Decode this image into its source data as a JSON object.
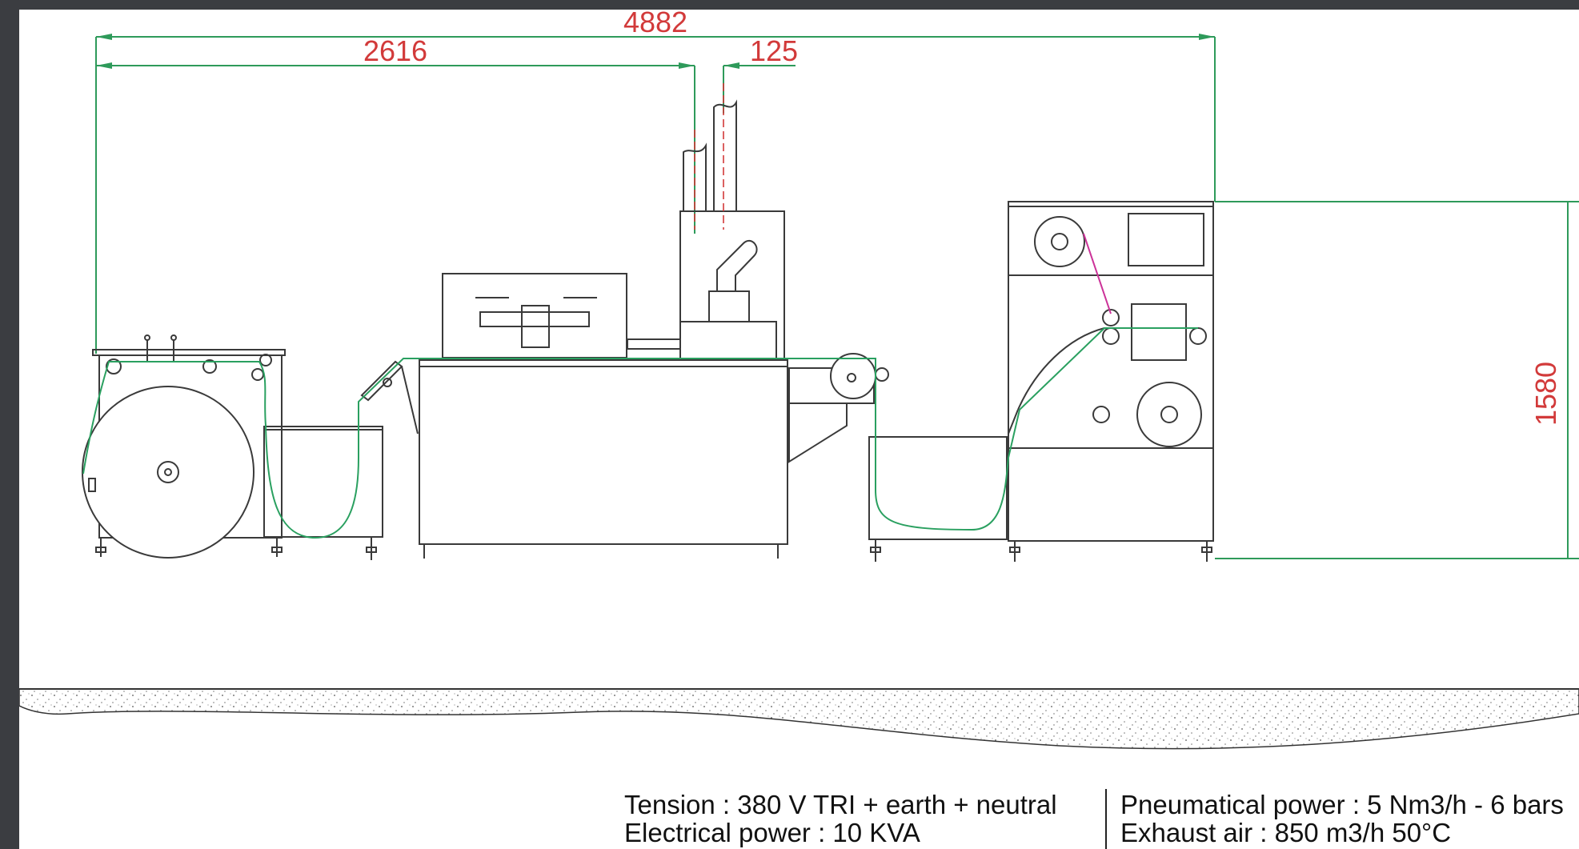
{
  "dimensions": {
    "total_length": "4882",
    "unwinder_length": "2616",
    "exhaust_offset": "125",
    "height": "1580"
  },
  "specs": {
    "tension": "Tension : 380 V TRI + earth + neutral",
    "electrical_power": "Electrical power : 10 KVA",
    "pneumatic_power": "Pneumatical power : 5 Nm3/h - 6 bars",
    "exhaust_air": "Exhaust air :  850 m3/h 50°C"
  },
  "colors": {
    "dimension_line": "#2e9a5a",
    "dimension_text": "#d23a3a",
    "machine_outline": "#3a3a3a",
    "web_path": "#2aa060",
    "web_path_magenta": "#cc3399"
  }
}
